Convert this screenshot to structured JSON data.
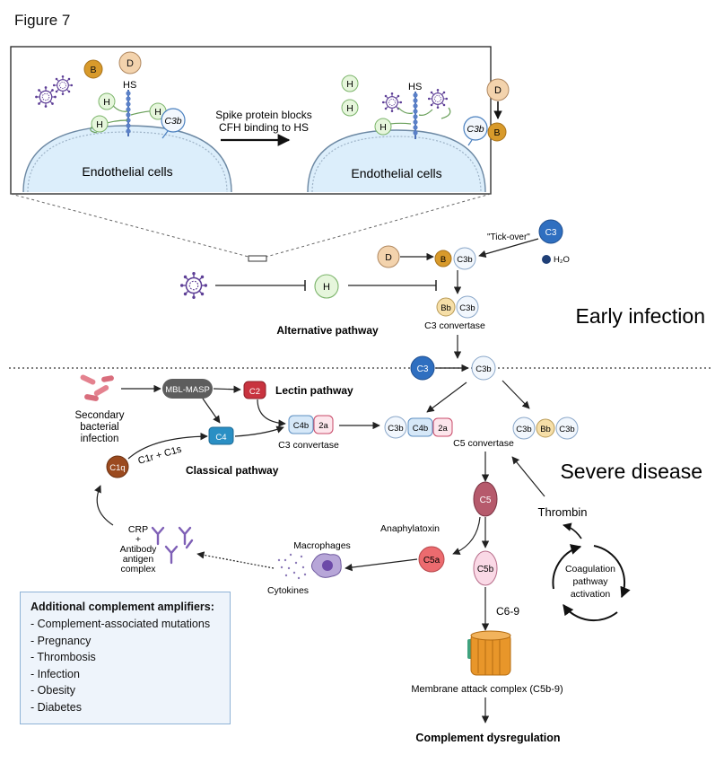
{
  "figure_label": "Figure 7",
  "inset": {
    "left_cells": "Endothelial cells",
    "right_cells": "Endothelial cells",
    "arrow_text_1": "Spike protein blocks",
    "arrow_text_2": "CFH binding to HS",
    "hs": "HS",
    "h": "H",
    "b": "B",
    "d": "D",
    "c3b": "C3b"
  },
  "nodes": {
    "d": "D",
    "b": "B",
    "c3b": "C3b",
    "c3": "C3",
    "h": "H",
    "bb": "Bb",
    "c2": "C2",
    "c4": "C4",
    "c4b": "C4b",
    "c2a": "2a",
    "c1q": "C1q",
    "c5": "C5",
    "c5a": "C5a",
    "c5b": "C5b",
    "mbl_masp": "MBL-MASP"
  },
  "labels": {
    "tick_over": "\"Tick-over\"",
    "h2o": "H₂O",
    "c3_convertase_alt": "C3 convertase",
    "alternative_pathway": "Alternative pathway",
    "early_infection": "Early infection",
    "lectin_pathway": "Lectin pathway",
    "secondary_infection": [
      "Secondary",
      "bacterial",
      "infection"
    ],
    "c3_convertase_cl": "C3 convertase",
    "c1r_c1s": "C1r + C1s",
    "classical_pathway": "Classical pathway",
    "c5_convertase": "C5 convertase",
    "severe_disease": "Severe disease",
    "thrombin": "Thrombin",
    "anaphylatoxin": "Anaphylatoxin",
    "macrophages": "Macrophages",
    "cytokines": "Cytokines",
    "crp_complex": [
      "CRP",
      "+",
      "Antibody",
      "antigen",
      "complex"
    ],
    "coagulation": [
      "Coagulation",
      "pathway",
      "activation"
    ],
    "c6_9": "C6-9",
    "mac": "Membrane attack complex (C5b-9)",
    "complement_dysregulation": "Complement dysregulation"
  },
  "amplifiers": {
    "title": "Additional complement amplifiers:",
    "items": [
      "Complement-associated mutations",
      "Pregnancy",
      "Thrombosis",
      "Infection",
      "Obesity",
      "Diabetes"
    ]
  },
  "colors": {
    "h_fill": "#e6f6dc",
    "h_stroke": "#7cb46b",
    "b_fill": "#d89a2b",
    "d_fill": "#f3d3ad",
    "c3_fill": "#2f6fc0",
    "c3b_fill": "#f2f7fd",
    "c2_fill": "#c8333f",
    "c4_fill": "#2a8fc4",
    "c4b_fill": "#d6e8f8",
    "c2a_fill": "#fde6ec",
    "c1q_fill": "#9b4a1f",
    "c5_fill": "#b65a6c",
    "c5a_fill": "#ec6b6f",
    "c5b_fill": "#fad9e6",
    "bb_fill": "#f6dfa8",
    "mbl_fill": "#5d5d5d",
    "virus": "#5d3e96",
    "endothelium": "#dceefb"
  }
}
